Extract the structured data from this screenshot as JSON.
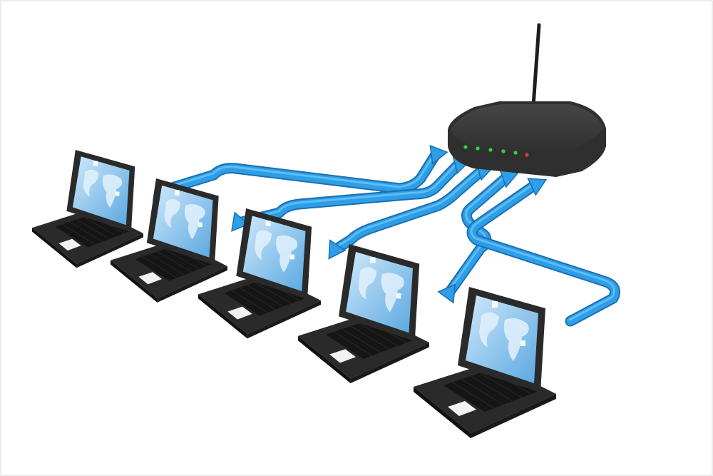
{
  "scene": {
    "subject": "router-network",
    "background": "#ffffff",
    "frame_border": "#d9d9d9",
    "colors": {
      "cable": "#2d9ee8",
      "cable_light": "#6cc4f5",
      "cable_dark": "#1b6fb3",
      "router_body": "#2f2f2f",
      "router_top": "#454545",
      "antenna": "#1e1e1e",
      "led_green": "#35d63a",
      "led_red": "#e23b2e",
      "laptop_body": "#2a2a2a",
      "laptop_keys": "#151515",
      "trackpad": "#f2f2f2",
      "screen": "#5aa8e0",
      "screen_light": "#cfe8fb",
      "map_land": "#e3f1fc"
    }
  },
  "router": {
    "icon": "wifi-router-icon",
    "led_count": 6
  },
  "laptops": [
    {
      "icon": "laptop-icon"
    },
    {
      "icon": "laptop-icon"
    },
    {
      "icon": "laptop-icon"
    },
    {
      "icon": "laptop-icon"
    },
    {
      "icon": "laptop-icon"
    }
  ],
  "cables": {
    "count": 5,
    "direction": "bidirectional"
  }
}
